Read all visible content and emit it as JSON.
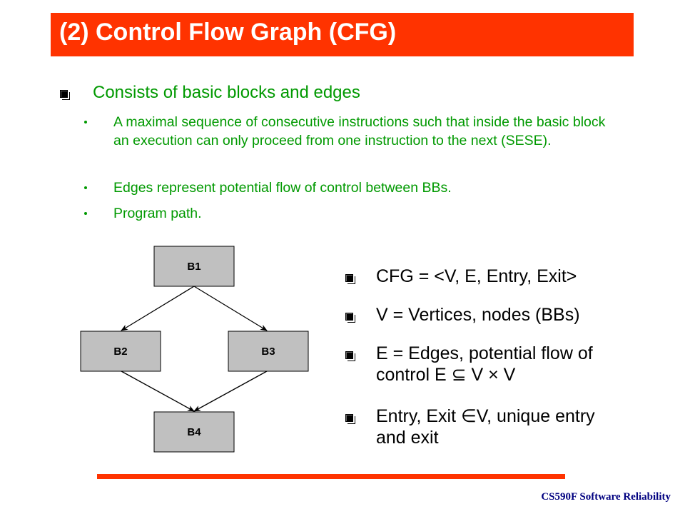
{
  "title": "(2) Control Flow Graph (CFG)",
  "main_point": "Consists of basic blocks and edges",
  "sub_points": [
    "A maximal sequence of consecutive instructions such that inside the basic block an execution can only proceed from one instruction to the next (SESE).",
    "Edges represent potential flow of control between BBs.",
    "Program path."
  ],
  "diagram": {
    "blocks": [
      "B1",
      "B2",
      "B3",
      "B4"
    ]
  },
  "right_points": [
    "CFG = <V, E, Entry, Exit>",
    "V = Vertices, nodes (BBs)",
    "E = Edges, potential flow of control E ⊆ V × V",
    "Entry, Exit ∈V, unique entry and exit"
  ],
  "footer": "CS590F Software Reliability",
  "colors": {
    "title_bar": "#ff3300",
    "title_text": "#ffffff",
    "green_text": "#009900",
    "block_fill": "#c0c0c0",
    "footer_text": "#000080",
    "rule": "#ff3300"
  }
}
